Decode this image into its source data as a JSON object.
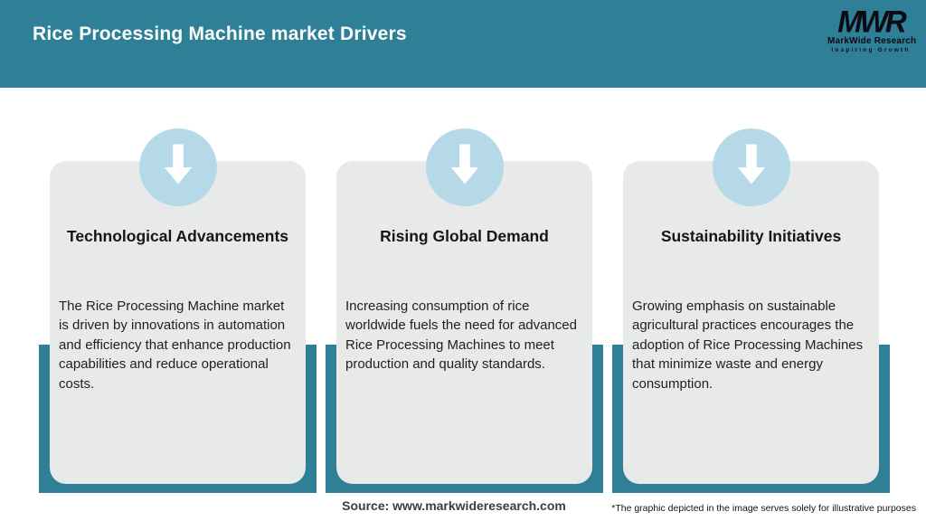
{
  "header": {
    "title": "Rice Processing Machine market Drivers",
    "logo": {
      "monogram": "MWR",
      "name": "MarkWide Research",
      "tagline": "Inspiring Growth"
    }
  },
  "cards": [
    {
      "icon": "arrow-down",
      "title": "Technological Advancements",
      "body": "The Rice Processing Machine market is driven by innovations in automation and efficiency that enhance production capabilities and reduce operational costs."
    },
    {
      "icon": "arrow-down",
      "title": "Rising Global Demand",
      "body": "Increasing consumption of rice worldwide fuels the need for advanced Rice Processing Machines to meet production and quality standards."
    },
    {
      "icon": "arrow-down",
      "title": "Sustainability Initiatives",
      "body": "Growing emphasis on sustainable agricultural practices encourages the adoption of Rice Processing Machines that minimize waste and energy consumption."
    }
  ],
  "footer": {
    "source": "Source: www.markwideresearch.com",
    "disclaimer": "*The graphic depicted in the image serves solely for illustrative purposes"
  },
  "colors": {
    "accent_teal": "#2f7f97",
    "badge_blue": "#b5d9e6",
    "card_gray": "#e8eaea"
  }
}
